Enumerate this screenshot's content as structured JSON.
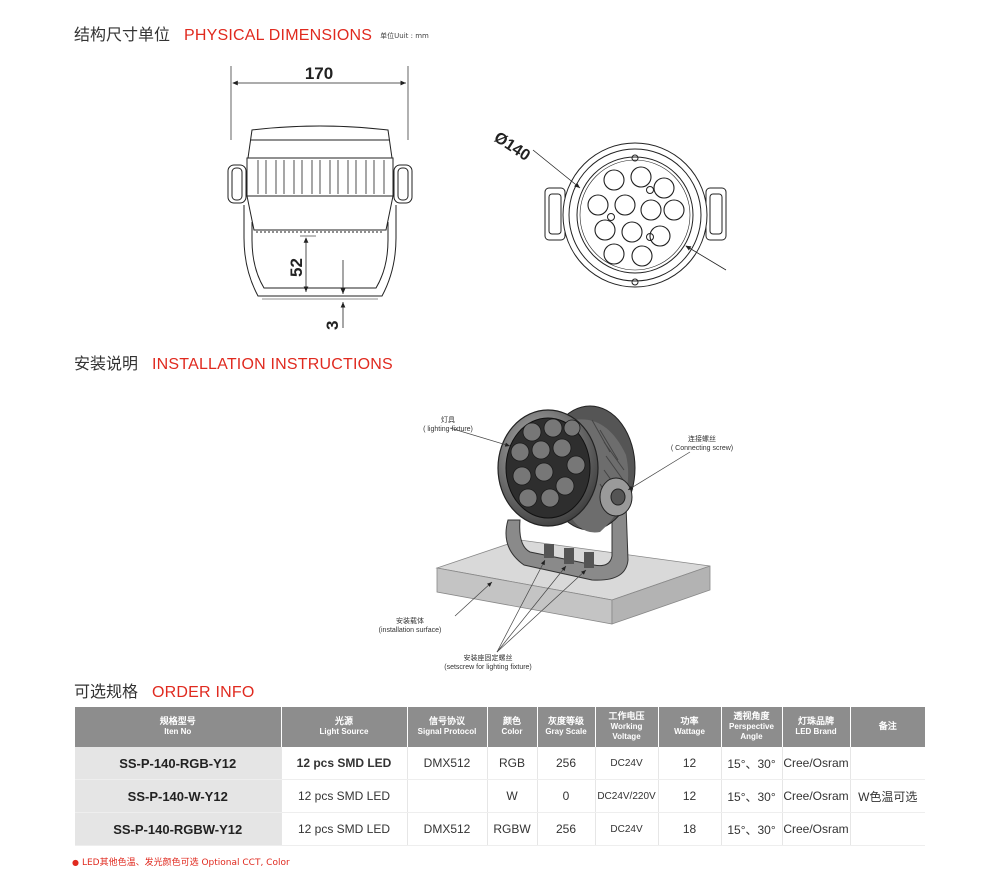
{
  "sections": {
    "dimensions": {
      "cn": "结构尺寸单位",
      "en": "PHYSICAL DIMENSIONS",
      "unit": "单位Uuit : mm"
    },
    "installation": {
      "cn": "安装说明",
      "en": "INSTALLATION INSTRUCTIONS"
    },
    "order": {
      "cn": "可选规格",
      "en": "ORDER INFO"
    }
  },
  "dimensions": {
    "width": "170",
    "height": "52",
    "gap": "3",
    "diameter": "Ø140"
  },
  "install_labels": {
    "fixture_cn": "灯具",
    "fixture_en": "( lighting fixture)",
    "screw_cn": "连接螺丝",
    "screw_en": "( Connecting screw)",
    "surface_cn": "安装载体",
    "surface_en": "(installation surface)",
    "setscrew_cn": "安装座固定螺丝",
    "setscrew_en": "(setscrew for lighting fixture)"
  },
  "table": {
    "headers": [
      {
        "cn": "规格型号",
        "en": "Iten No"
      },
      {
        "cn": "光源",
        "en": "Light Source"
      },
      {
        "cn": "信号协议",
        "en": "Signal Protocol"
      },
      {
        "cn": "颜色",
        "en": "Color"
      },
      {
        "cn": "灰度等级",
        "en": "Gray Scale"
      },
      {
        "cn": "工作电压",
        "en": "Working Voltage"
      },
      {
        "cn": "功率",
        "en": "Wattage"
      },
      {
        "cn": "透视角度",
        "en": "Perspective Angle"
      },
      {
        "cn": "灯珠品牌",
        "en": "LED Brand"
      },
      {
        "cn": "备注",
        "en": ""
      }
    ],
    "rows": [
      [
        "SS-P-140-RGB-Y12",
        "12 pcs SMD LED",
        "DMX512",
        "RGB",
        "256",
        "DC24V",
        "12",
        "15°、30°",
        "Cree/Osram",
        ""
      ],
      [
        "SS-P-140-W-Y12",
        "12 pcs SMD LED",
        "",
        "W",
        "0",
        "DC24V/220V",
        "12",
        "15°、30°",
        "Cree/Osram",
        "W色温可选"
      ],
      [
        "SS-P-140-RGBW-Y12",
        "12 pcs SMD LED",
        "DMX512",
        "RGBW",
        "256",
        "DC24V",
        "18",
        "15°、30°",
        "Cree/Osram",
        ""
      ]
    ]
  },
  "footnote": "LED其他色温、发光颜色可选  Optional CCT, Color",
  "colors": {
    "accent": "#e02a1f",
    "header_bg": "#8d8d8d",
    "model_bg": "#e5e5e5"
  }
}
